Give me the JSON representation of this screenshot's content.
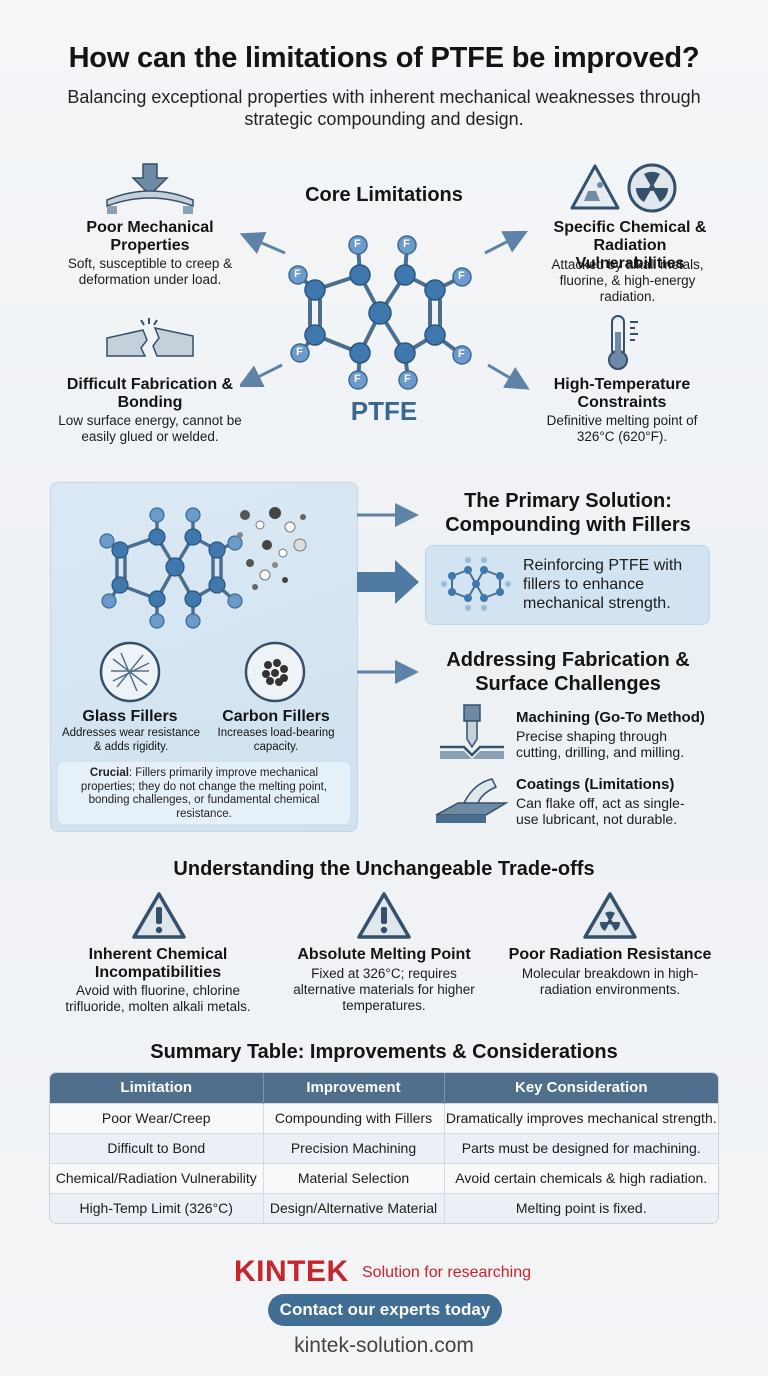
{
  "header": {
    "title": "How can the limitations of PTFE be improved?",
    "subtitle": "Balancing exceptional properties with inherent mechanical weaknesses through strategic compounding and design."
  },
  "core": {
    "heading": "Core Limitations",
    "molecule_label": "PTFE",
    "atom_label": "F",
    "items": [
      {
        "title": "Poor Mechanical Properties",
        "body": "Soft, susceptible to creep & deformation under load.",
        "icon": "beam-bending-icon"
      },
      {
        "title": "Specific Chemical & Radiation Vulnerabilities",
        "body": "Attacked by alkali metals, fluorine, & high-energy radiation.",
        "icon": "hazard-icons"
      },
      {
        "title": "Difficult Fabrication & Bonding",
        "body": "Low surface energy, cannot be easily glued or welded.",
        "icon": "broken-bond-icon"
      },
      {
        "title": "High-Temperature Constraints",
        "body": "Definitive melting point of 326°C (620°F).",
        "icon": "thermometer-icon"
      }
    ]
  },
  "fillers": {
    "glass": {
      "title": "Glass Fillers",
      "body": "Addresses wear resistance & adds rigidity."
    },
    "carbon": {
      "title": "Carbon Fillers",
      "body": "Increases load-bearing capacity."
    },
    "crucial_label": "Crucial",
    "crucial_text": ": Fillers primarily improve mechanical properties; they do not change the melting point, bonding challenges, or fundamental chemical resistance."
  },
  "solution": {
    "heading": "The Primary Solution: Compounding with Fillers",
    "text": "Reinforcing PTFE with fillers to enhance mechanical strength."
  },
  "fabrication": {
    "heading": "Addressing Fabrication & Surface Challenges",
    "items": [
      {
        "title": "Machining (Go-To Method)",
        "body": "Precise shaping through cutting, drilling, and milling."
      },
      {
        "title": "Coatings (Limitations)",
        "body": "Can flake off, act as single-use lubricant, not durable."
      }
    ]
  },
  "tradeoffs": {
    "heading": "Understanding the Unchangeable Trade-offs",
    "items": [
      {
        "title": "Inherent Chemical Incompatibilities",
        "body": "Avoid with fluorine, chlorine trifluoride, molten alkali metals."
      },
      {
        "title": "Absolute Melting Point",
        "body": "Fixed at 326°C; requires alternative materials for higher temperatures."
      },
      {
        "title": "Poor Radiation Resistance",
        "body": "Molecular breakdown in high-radiation environments."
      }
    ]
  },
  "summary": {
    "heading": "Summary Table: Improvements & Considerations",
    "columns": [
      "Limitation",
      "Improvement",
      "Key Consideration"
    ],
    "rows": [
      [
        "Poor Wear/Creep",
        "Compounding with Fillers",
        "Dramatically improves mechanical strength."
      ],
      [
        "Difficult to Bond",
        "Precision Machining",
        "Parts must be designed for machining."
      ],
      [
        "Chemical/Radiation Vulnerability",
        "Material Selection",
        "Avoid certain chemicals & high radiation."
      ],
      [
        "High-Temp Limit (326°C)",
        "Design/Alternative Material",
        "Melting point is fixed."
      ]
    ]
  },
  "footer": {
    "brand": "KINTEK",
    "tagline": "Solution for researching",
    "cta": "Contact our experts today",
    "site": "kintek-solution.com"
  },
  "colors": {
    "atom": "#3f78ad",
    "bond": "#4a6f8e",
    "accent": "#416e94",
    "brand": "#c8242b",
    "panel": "#d2e4f2"
  }
}
